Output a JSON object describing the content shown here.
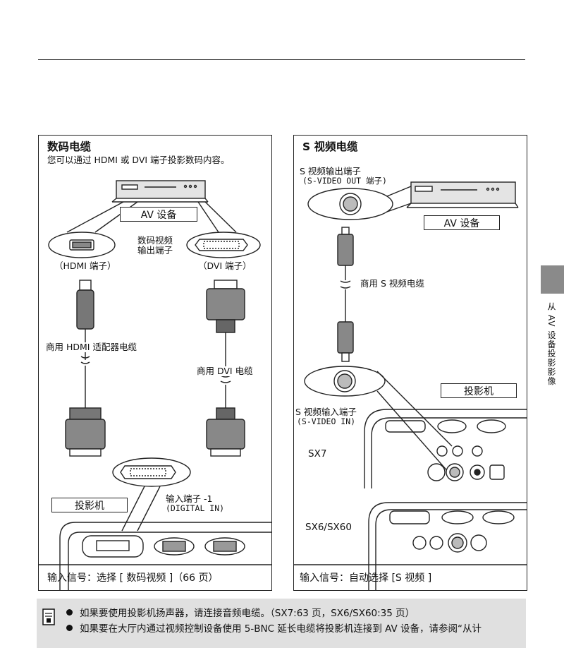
{
  "left_panel": {
    "title": "数码电缆",
    "subtitle": "您可以通过 HDMI 或 DVI 端子投影数码内容。",
    "av_device": "AV 设备",
    "digital_out_line1": "数码视频",
    "digital_out_line2": "输出端子",
    "hdmi_terminal": "（HDMI 端子）",
    "dvi_terminal": "（DVI 端子）",
    "hdmi_cable": "商用 HDMI 适配器电缆",
    "dvi_cable": "商用 DVI 电缆",
    "projector": "投影机",
    "input_line1": "输入端子 -1",
    "input_line2": "(DIGITAL IN)",
    "footer": "输入信号：选择 [ 数码视频 ]（66 页）"
  },
  "right_panel": {
    "title": "S 视频电缆",
    "out_line1": "S 视频输出端子",
    "out_line2": "(S-VIDEO OUT 端子)",
    "av_device": "AV 设备",
    "cable": "商用 S 视频电缆",
    "projector": "投影机",
    "in_line1": "S 视频输入端子",
    "in_line2": "(S-VIDEO IN)",
    "model_a": "SX7",
    "model_b": "SX6/SX60",
    "footer": "输入信号：自动选择 [S 视频 ]"
  },
  "side_tab": "从 AV 设备投影影像",
  "notes": [
    "如果要使用投影机扬声器，请连接音频电缆。（SX7:63 页，SX6/SX60:35 页）",
    "如果要在大厅内通过视频控制设备使用 5-BNC 延长电缆将投影机连接到 AV 设备，请参阅“从计"
  ]
}
